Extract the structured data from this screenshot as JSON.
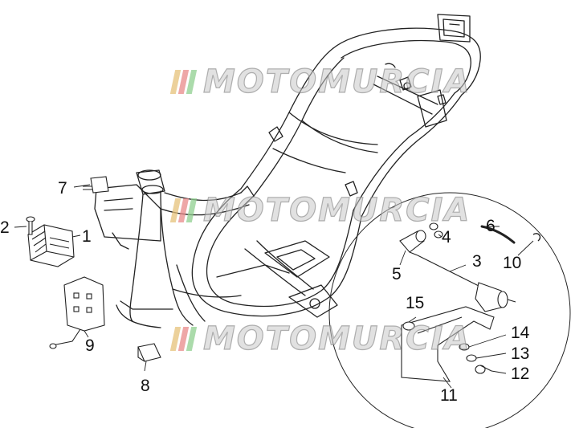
{
  "watermark": {
    "text": "MOTOMURCIA",
    "stripe_colors": [
      "#e6c27a",
      "#e88a8a",
      "#8fcf8f"
    ]
  },
  "callouts": {
    "c1": "1",
    "c2": "2",
    "c3": "3",
    "c4": "4",
    "c5": "5",
    "c6": "6",
    "c7": "7",
    "c8": "8",
    "c9": "9",
    "c10": "10",
    "c11": "11",
    "c12": "12",
    "c13": "13",
    "c14": "14",
    "c15": "15"
  }
}
